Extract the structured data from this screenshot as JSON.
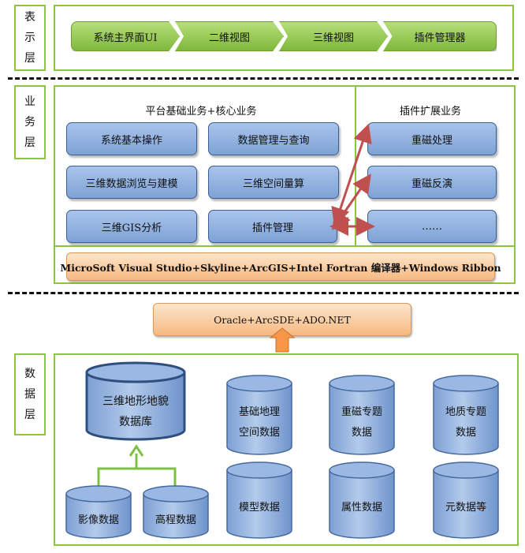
{
  "layers": {
    "presentation": {
      "label": [
        "表",
        "示",
        "层"
      ],
      "buttons": [
        "系统主界面UI",
        "二维视图",
        "三维视图",
        "插件管理器"
      ]
    },
    "business": {
      "label": [
        "业",
        "务",
        "层"
      ],
      "core_title": "平台基础业务+核心业务",
      "plugin_title": "插件扩展业务",
      "core_boxes": [
        "系统基本操作",
        "数据管理与查询",
        "三维数据浏览与建模",
        "三维空间量算",
        "三维GIS分析",
        "插件管理"
      ],
      "plugin_boxes": [
        "重磁处理",
        "重磁反演",
        "……"
      ],
      "platform_bar": "MicroSoft Visual Studio+Skyline+ArcGIS+Intel Fortran 编译器+Windows Ribbon"
    },
    "access": {
      "bar": "Oracle+ArcSDE+ADO.NET"
    },
    "data": {
      "label": [
        "数",
        "据",
        "层"
      ],
      "main_db": [
        "三维地形地貌",
        "数据库"
      ],
      "source_dbs": [
        "影像数据",
        "高程数据"
      ],
      "dbs_row1": [
        [
          "基础地理",
          "空间数据"
        ],
        [
          "重磁专题",
          "数据"
        ],
        [
          "地质专题",
          "数据"
        ]
      ],
      "dbs_row2": [
        "模型数据",
        "属性数据",
        "元数据等"
      ]
    }
  },
  "colors": {
    "frame_green": "#8cc63f",
    "box_blue": "#8eaedf",
    "arrow_red": "#c0504d",
    "arrow_orange": "#f79646"
  }
}
